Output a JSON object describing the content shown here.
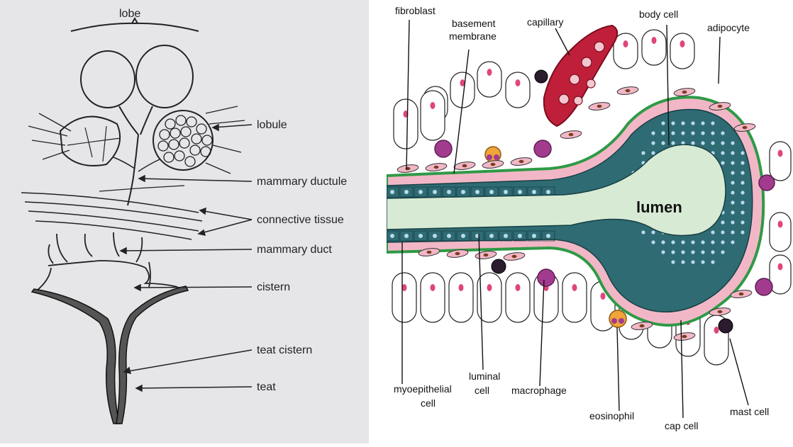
{
  "left_diagram": {
    "labels": {
      "lobe": "lobe",
      "lobule": "lobule",
      "mammary_ductule": "mammary ductule",
      "connective_tissue": "connective tissue",
      "mammary_duct": "mammary duct",
      "cistern": "cistern",
      "teat_cistern": "teat cistern",
      "teat": "teat"
    }
  },
  "right_diagram": {
    "labels": {
      "fibroblast": "fibroblast",
      "basement_line1": "basement",
      "basement_line2": "membrane",
      "capillary": "capillary",
      "body_cell": "body cell",
      "adipocyte": "adipocyte",
      "lumen": "lumen",
      "myo_line1": "myoepithelial",
      "myo_line2": "cell",
      "luminal_line1": "luminal",
      "luminal_line2": "cell",
      "macrophage": "macrophage",
      "eosinophil": "eosinophil",
      "cap_cell": "cap cell",
      "mast_cell": "mast cell"
    },
    "colors": {
      "epithelium": "#2f6b73",
      "lumen": "#d7ebd4",
      "basement": "#f2b7c7",
      "membrane_line": "#2e9a46",
      "capillary": "#c01f3a",
      "nucleus": "#e0457d"
    }
  }
}
